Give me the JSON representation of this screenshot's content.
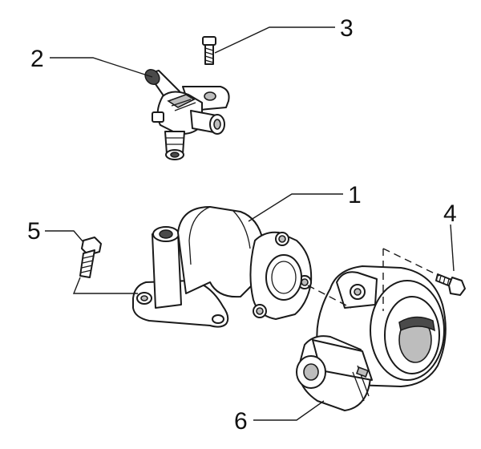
{
  "callouts": [
    {
      "id": "1",
      "label": "1"
    },
    {
      "id": "2",
      "label": "2"
    },
    {
      "id": "3",
      "label": "3"
    },
    {
      "id": "4",
      "label": "4"
    },
    {
      "id": "5",
      "label": "5"
    },
    {
      "id": "6",
      "label": "6"
    }
  ],
  "colors": {
    "line": "#1a1a1a",
    "shade": "#bdbdbd",
    "background": "#ffffff"
  }
}
